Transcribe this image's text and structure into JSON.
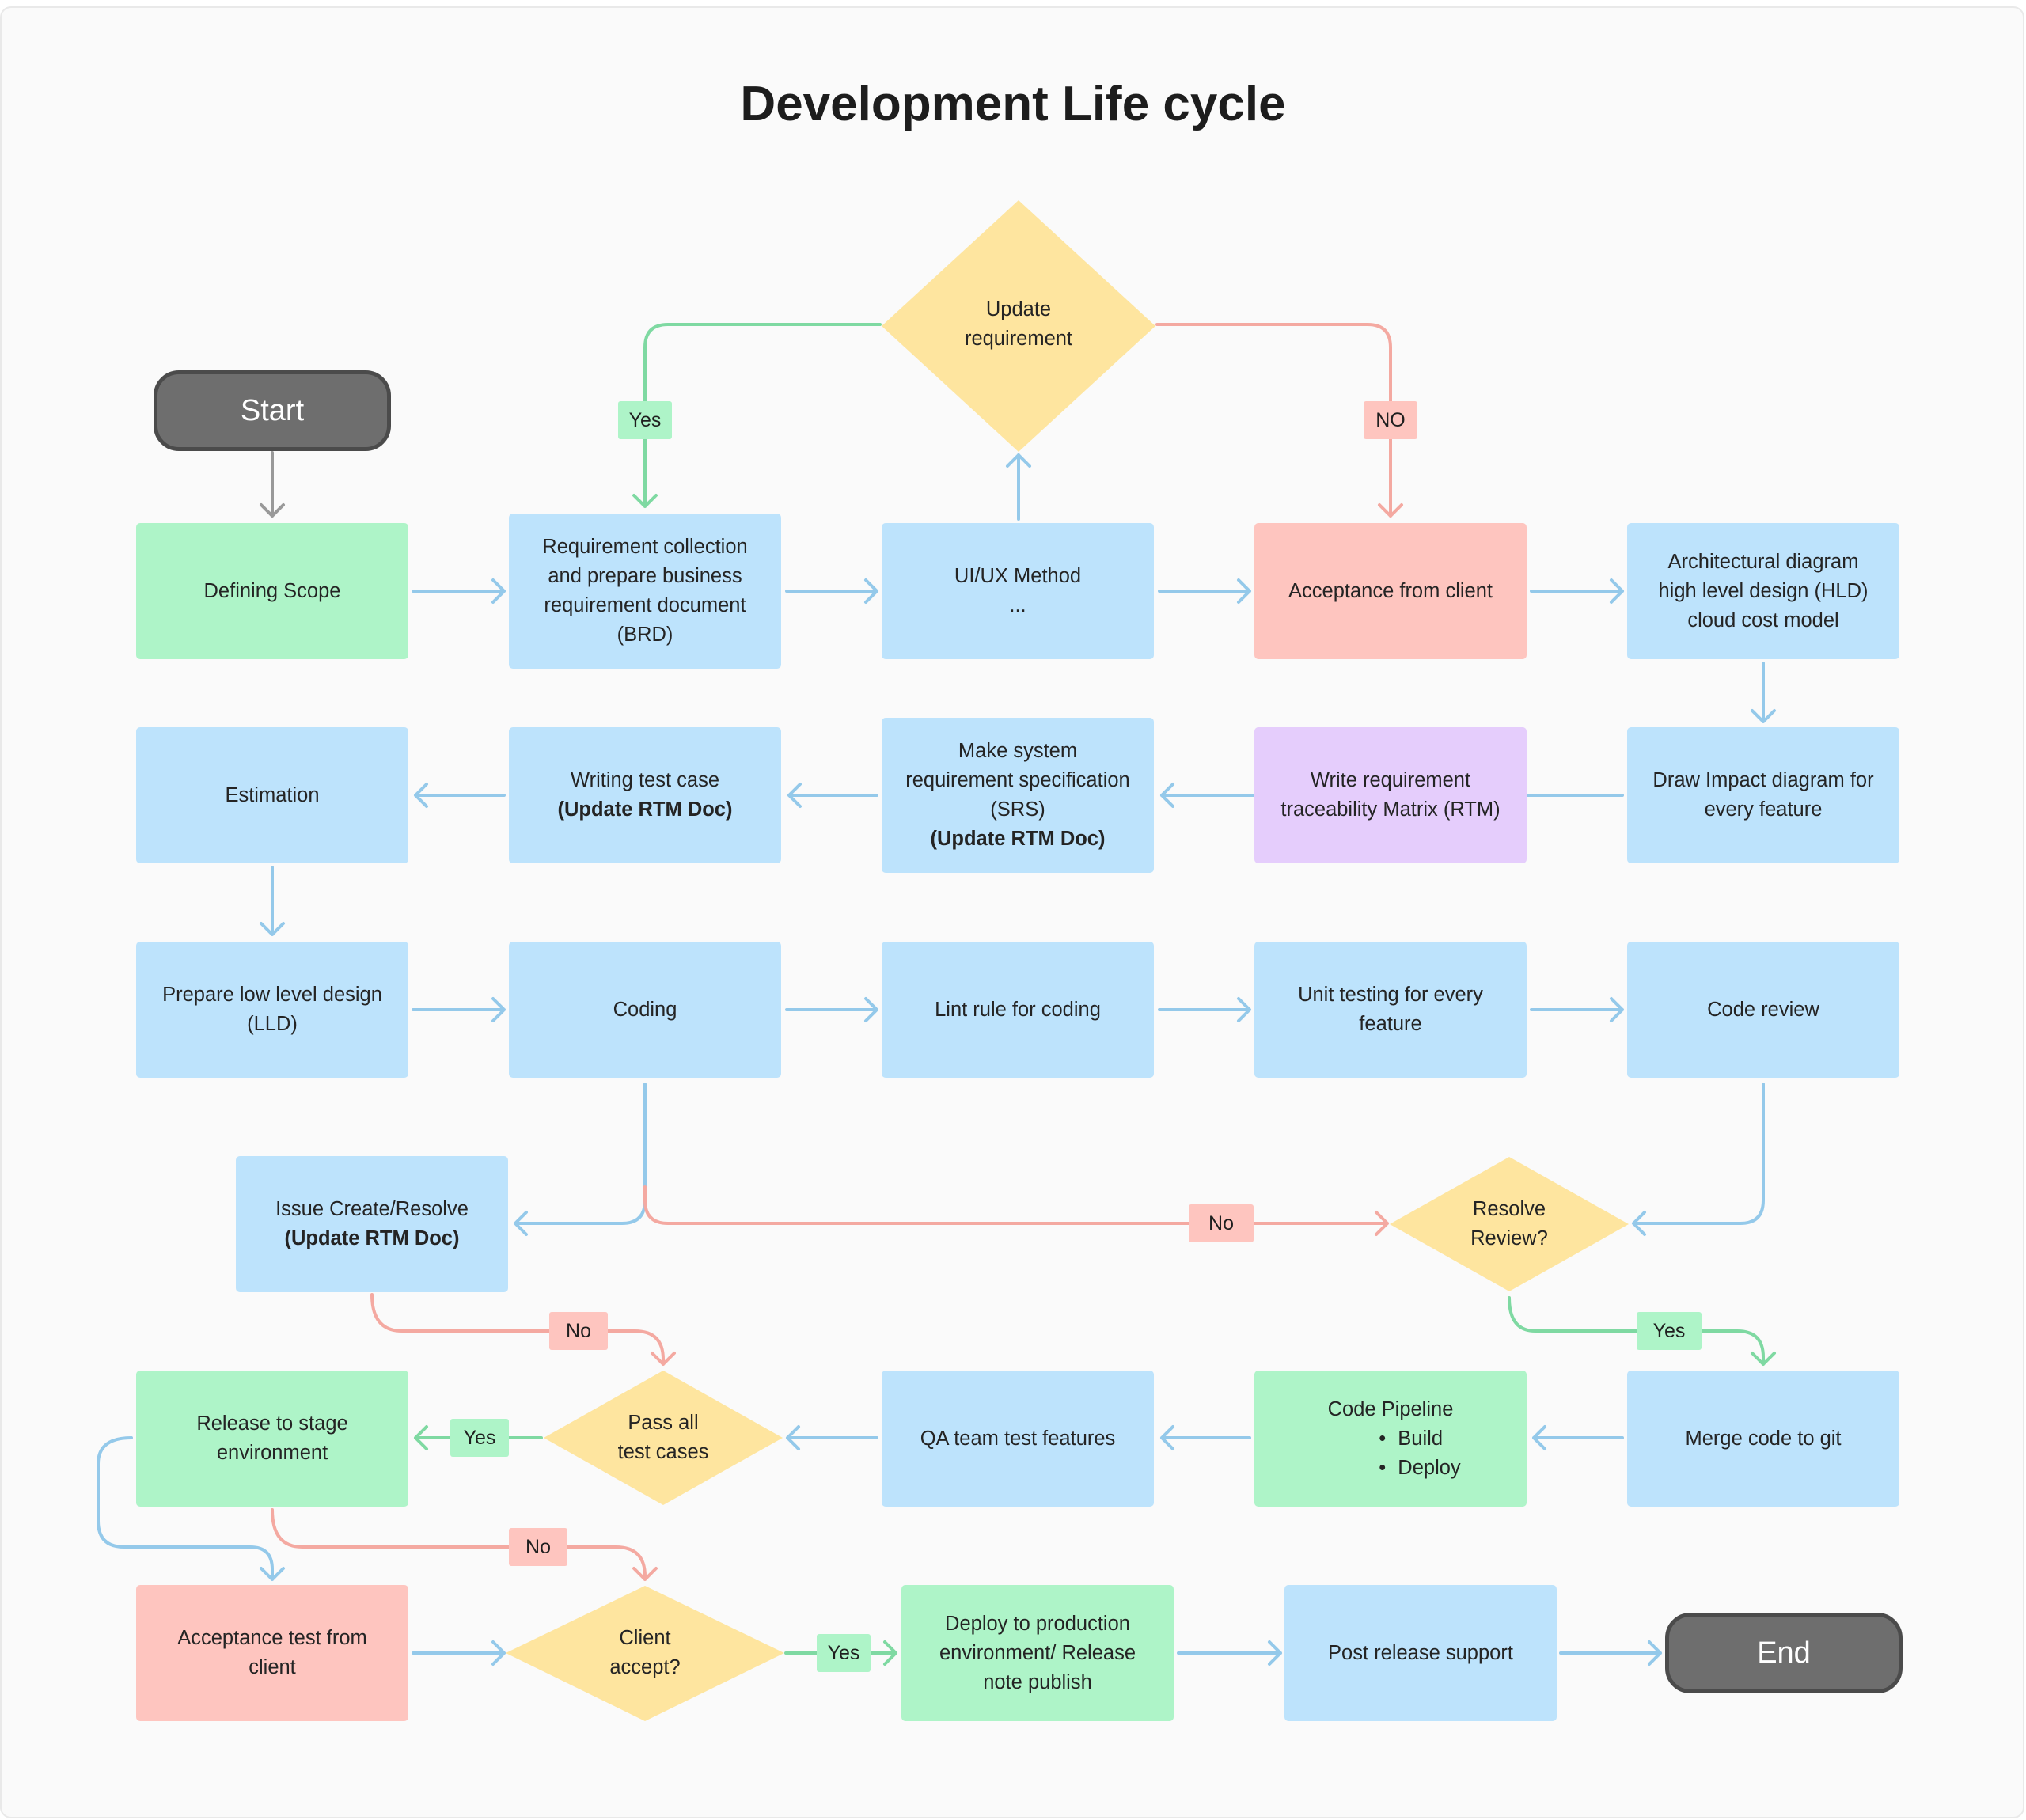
{
  "title": "Development Life cycle",
  "colors": {
    "blue": "#bde3fc",
    "green": "#aef4c8",
    "red": "#fec5bf",
    "purple": "#e5cdfc",
    "decision": "#fee59f",
    "terminal": "#6e6e6e",
    "arrow_blue": "#94c9ea",
    "arrow_green": "#7fd9a2",
    "arrow_red": "#f4a9a1",
    "arrow_gray": "#999999"
  },
  "nodes": {
    "start": "Start",
    "end": "End",
    "update_requirement": [
      "Update",
      "requirement"
    ],
    "defining_scope": "Defining Scope",
    "brd": [
      "Requirement collection",
      "and prepare business",
      "requirement document",
      "(BRD)"
    ],
    "uiux": [
      "UI/UX Method",
      "..."
    ],
    "acceptance_client": "Acceptance from client",
    "architecture": [
      "Architectural diagram",
      "high level design (HLD)",
      "cloud cost model"
    ],
    "estimation": "Estimation",
    "writing_test_case": [
      "Writing test case",
      "(Update RTM Doc)"
    ],
    "srs": [
      "Make system",
      "requirement specification",
      "(SRS)",
      "(Update RTM Doc)"
    ],
    "rtm": [
      "Write requirement",
      "traceability Matrix (RTM)"
    ],
    "impact": [
      "Draw Impact diagram for",
      "every feature"
    ],
    "lld": [
      "Prepare low level design",
      "(LLD)"
    ],
    "coding": "Coding",
    "lint": "Lint rule for coding",
    "unit_testing": [
      "Unit testing for every",
      "feature"
    ],
    "code_review": "Code review",
    "issue": [
      "Issue Create/Resolve",
      "(Update RTM Doc)"
    ],
    "resolve_review": [
      "Resolve",
      "Review?"
    ],
    "release_stage": [
      "Release to stage",
      "environment"
    ],
    "pass_all": [
      "Pass all",
      "test cases"
    ],
    "qa": "QA team test features",
    "pipeline_title": "Code Pipeline",
    "pipeline_items": [
      "Build",
      "Deploy"
    ],
    "merge": "Merge code to git",
    "acceptance_test": [
      "Acceptance test from",
      "client"
    ],
    "client_accept": [
      "Client",
      "accept?"
    ],
    "deploy_prod": [
      "Deploy to production",
      "environment/ Release",
      "note publish"
    ],
    "post_release": "Post release support"
  },
  "labels": {
    "update_yes": "Yes",
    "update_no": "NO",
    "review_no": "No",
    "review_yes": "Yes",
    "issue_no": "No",
    "pass_yes": "Yes",
    "stage_no": "No",
    "client_yes": "Yes"
  }
}
